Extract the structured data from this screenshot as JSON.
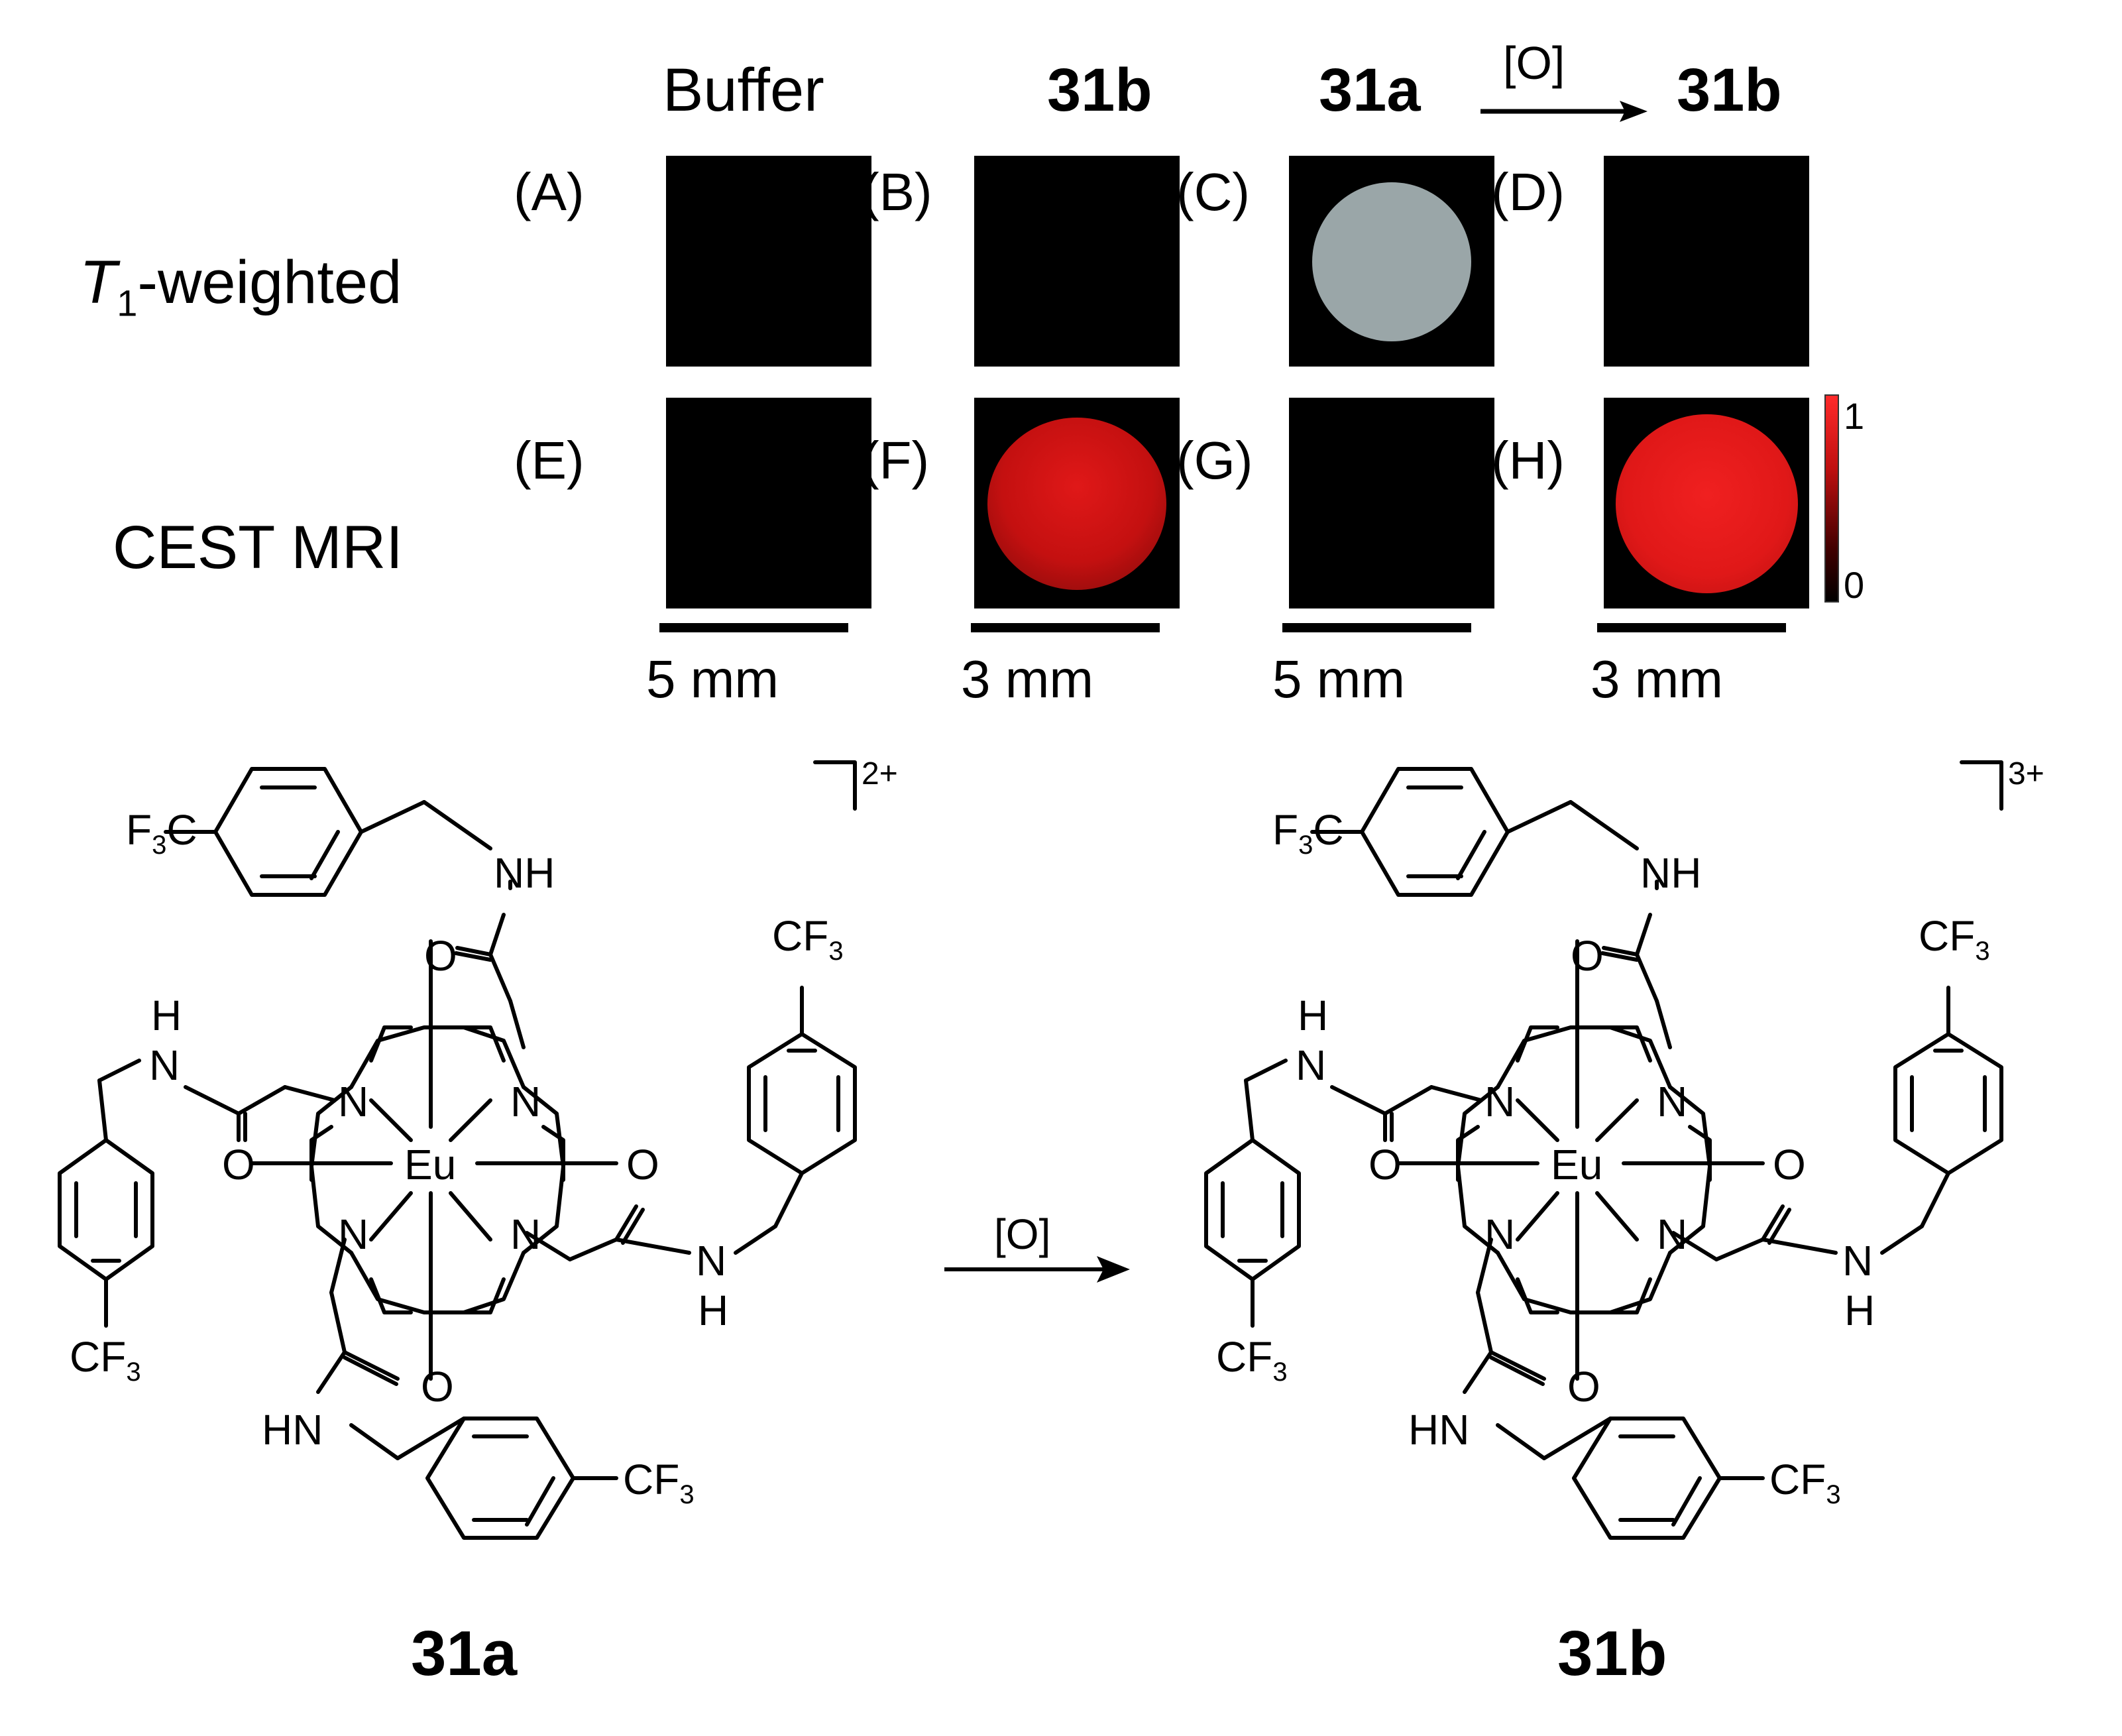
{
  "figure": {
    "columns": {
      "buffer": "Buffer",
      "col_b": "31b",
      "col_c": "31a",
      "arrow_label": "[O]",
      "col_d": "31b"
    },
    "rows": {
      "t1_symbol": "T",
      "t1_subscript": "1",
      "t1_suffix": "-weighted",
      "cest": "CEST MRI"
    },
    "panels": {
      "A": "(A)",
      "B": "(B)",
      "C": "(C)",
      "D": "(D)",
      "E": "(E)",
      "F": "(F)",
      "G": "(G)",
      "H": "(H)"
    },
    "scale_bars": [
      "5 mm",
      "3 mm",
      "5 mm",
      "3 mm"
    ],
    "colorbar": {
      "max": "1",
      "min": "0"
    },
    "colors": {
      "cest_red": "#e01818",
      "t1_gray": "#9aa6a8",
      "panel_bg": "#000000"
    }
  },
  "scheme": {
    "reactant_label": "31a",
    "product_label": "31b",
    "arrow_label": "[O]",
    "reactant_charge": "2+",
    "product_charge": "3+",
    "metal": "Eu",
    "atoms": {
      "F3C": "F3C",
      "CF3": "CF3",
      "NH": "NH",
      "HN": "HN",
      "N": "N",
      "O": "O",
      "H": "H"
    }
  }
}
